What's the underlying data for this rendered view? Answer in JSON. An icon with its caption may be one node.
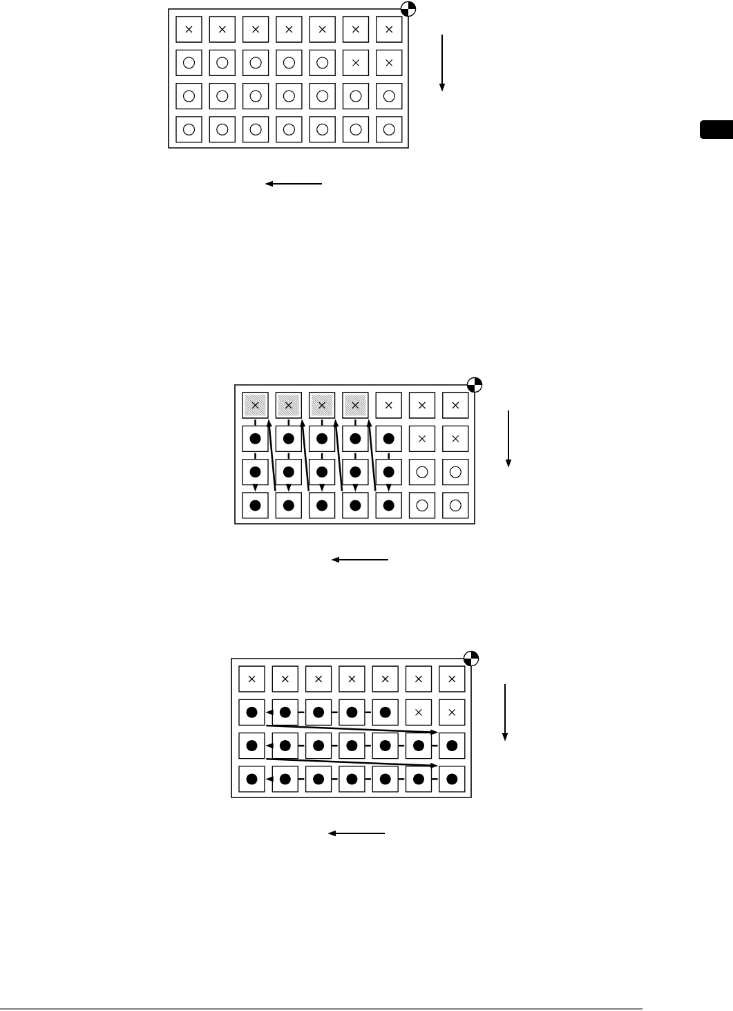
{
  "diagram": {
    "nodes": [
      {
        "text": [],
        "shape": "box"
      },
      {
        "text": [],
        "shape": "box",
        "in": 0
      },
      {
        "text": [],
        "shape": "box",
        "in": 0
      },
      {
        "text": [],
        "shape": "box",
        "in": 0
      },
      {
        "text": [],
        "shape": "box",
        "in": 0
      },
      {
        "text": [],
        "shape": "box",
        "in": 0
      },
      {
        "text": [],
        "shape": "box",
        "in": 0
      },
      {
        "text": [],
        "shape": "box",
        "in": 0
      },
      {
        "text": [],
        "shape": "box",
        "in": 0
      },
      {
        "text": [],
        "shape": "box",
        "in": 0
      },
      {
        "text": [],
        "shape": "box",
        "in": 0
      },
      {
        "text": [],
        "shape": "box",
        "in": 0
      },
      {
        "text": [],
        "shape": "box",
        "in": 0
      },
      {
        "text": [],
        "shape": "box",
        "in": 0
      },
      {
        "text": [],
        "shape": "box",
        "in": 0
      },
      {
        "text": [],
        "shape": "box",
        "in": 0
      },
      {
        "text": [],
        "shape": "box",
        "in": 0
      },
      {
        "text": [],
        "shape": "box",
        "in": 0
      },
      {
        "text": [],
        "shape": "box",
        "in": 0
      },
      {
        "text": [],
        "shape": "box",
        "in": 0
      },
      {
        "text": [],
        "shape": "box",
        "in": 0
      },
      {
        "text": [],
        "shape": "box",
        "in": 0
      },
      {
        "text": [],
        "shape": "box",
        "in": 0
      },
      {
        "text": [],
        "shape": "box",
        "in": 0
      },
      {
        "text": [],
        "shape": "box",
        "in": 0
      },
      {
        "text": [],
        "shape": "box",
        "in": 0
      },
      {
        "text": [],
        "shape": "box",
        "in": 0
      },
      {
        "text": [],
        "shape": "box",
        "in": 0
      },
      {
        "text": [],
        "shape": "box",
        "in": 0
      },
      {
        "text": [],
        "shape": "box"
      },
      {
        "text": [],
        "shape": "box",
        "in": 29
      },
      {
        "text": [],
        "shape": "box",
        "in": 29
      },
      {
        "text": [],
        "shape": "box",
        "in": 29
      },
      {
        "text": [],
        "shape": "box",
        "in": 29
      },
      {
        "text": [],
        "shape": "box",
        "in": 29
      },
      {
        "text": [],
        "shape": "box",
        "in": 29
      },
      {
        "text": [],
        "shape": "box",
        "in": 29
      },
      {
        "text": [],
        "shape": "box",
        "in": 29
      },
      {
        "text": [],
        "shape": "box",
        "in": 29
      },
      {
        "text": [],
        "shape": "box",
        "in": 29
      },
      {
        "text": [],
        "shape": "box",
        "in": 29
      },
      {
        "text": [],
        "shape": "box",
        "in": 29
      },
      {
        "text": [],
        "shape": "box",
        "in": 29
      },
      {
        "text": [],
        "shape": "box",
        "in": 29
      },
      {
        "text": [],
        "shape": "box",
        "in": 29
      },
      {
        "text": [],
        "shape": "box",
        "in": 29
      },
      {
        "text": [],
        "shape": "box",
        "in": 29
      },
      {
        "text": [],
        "shape": "box",
        "in": 29
      },
      {
        "text": [],
        "shape": "box",
        "in": 29
      },
      {
        "text": [],
        "shape": "box",
        "in": 29
      },
      {
        "text": [],
        "shape": "box",
        "in": 29
      },
      {
        "text": [],
        "shape": "box",
        "in": 29
      },
      {
        "text": [],
        "shape": "box",
        "in": 29
      },
      {
        "text": [],
        "shape": "box",
        "in": 29
      },
      {
        "text": [],
        "shape": "box",
        "in": 29
      },
      {
        "text": [],
        "shape": "box",
        "in": 29
      },
      {
        "text": [],
        "shape": "box",
        "in": 29
      },
      {
        "text": [],
        "shape": "box",
        "in": 29
      },
      {
        "text": [],
        "shape": "box"
      },
      {
        "text": [],
        "shape": "box",
        "in": 58
      },
      {
        "text": [],
        "shape": "box",
        "in": 58
      },
      {
        "text": [],
        "shape": "box",
        "in": 58
      },
      {
        "text": [],
        "shape": "box",
        "in": 58
      },
      {
        "text": [],
        "shape": "box",
        "in": 58
      },
      {
        "text": [],
        "shape": "box",
        "in": 58
      },
      {
        "text": [],
        "shape": "box",
        "in": 58
      },
      {
        "text": [],
        "shape": "box",
        "in": 58
      },
      {
        "text": [],
        "shape": "box",
        "in": 58
      },
      {
        "text": [],
        "shape": "box",
        "in": 58
      },
      {
        "text": [],
        "shape": "box",
        "in": 58
      },
      {
        "text": [],
        "shape": "box",
        "in": 58
      },
      {
        "text": [],
        "shape": "box",
        "in": 58
      },
      {
        "text": [],
        "shape": "box",
        "in": 58
      },
      {
        "text": [],
        "shape": "box",
        "in": 58
      },
      {
        "text": [],
        "shape": "box",
        "in": 58
      },
      {
        "text": [],
        "shape": "box",
        "in": 58
      },
      {
        "text": [],
        "shape": "box",
        "in": 58
      },
      {
        "text": [],
        "shape": "box",
        "in": 58
      },
      {
        "text": [],
        "shape": "box",
        "in": 58
      },
      {
        "text": [],
        "shape": "box",
        "in": 58
      },
      {
        "text": [],
        "shape": "box",
        "in": 58
      },
      {
        "text": [],
        "shape": "box",
        "in": 58
      },
      {
        "text": [],
        "shape": "box",
        "in": 58
      },
      {
        "text": [],
        "shape": "box",
        "in": 58
      },
      {
        "text": [],
        "shape": "box",
        "in": 58
      },
      {
        "text": [],
        "shape": "box",
        "in": 58
      },
      {
        "text": [],
        "shape": "box",
        "in": 58
      }
    ],
    "edges": [
      {
        "from": 30,
        "to": 37,
        "arrow": "none"
      },
      {
        "from": 37,
        "to": 44,
        "arrow": "none"
      },
      {
        "from": 44,
        "to": 51,
        "arrow": "to"
      },
      {
        "from": 52,
        "to": 30,
        "arrow": "to"
      },
      {
        "from": 31,
        "to": 38,
        "arrow": "none"
      },
      {
        "from": 38,
        "to": 45,
        "arrow": "none"
      },
      {
        "from": 45,
        "to": 52,
        "arrow": "to"
      },
      {
        "from": 53,
        "to": 31,
        "arrow": "to"
      },
      {
        "from": 32,
        "to": 39,
        "arrow": "none"
      },
      {
        "from": 39,
        "to": 46,
        "arrow": "none"
      },
      {
        "from": 46,
        "to": 53,
        "arrow": "to"
      },
      {
        "from": 54,
        "to": 32,
        "arrow": "to"
      },
      {
        "from": 33,
        "to": 40,
        "arrow": "none"
      },
      {
        "from": 40,
        "to": 47,
        "arrow": "none"
      },
      {
        "from": 47,
        "to": 54,
        "arrow": "to"
      },
      {
        "from": 55,
        "to": 33,
        "arrow": "to"
      },
      {
        "from": 41,
        "to": 48,
        "arrow": "none"
      },
      {
        "from": 48,
        "to": 55,
        "arrow": "to"
      },
      {
        "from": 70,
        "to": 69,
        "arrow": "none"
      },
      {
        "from": 69,
        "to": 68,
        "arrow": "none"
      },
      {
        "from": 68,
        "to": 67,
        "arrow": "none"
      },
      {
        "from": 67,
        "to": 66,
        "arrow": "to"
      },
      {
        "from": 66,
        "to": 79,
        "arrow": "to"
      },
      {
        "from": 79,
        "to": 78,
        "arrow": "none"
      },
      {
        "from": 78,
        "to": 77,
        "arrow": "none"
      },
      {
        "from": 77,
        "to": 76,
        "arrow": "none"
      },
      {
        "from": 76,
        "to": 75,
        "arrow": "none"
      },
      {
        "from": 75,
        "to": 74,
        "arrow": "none"
      },
      {
        "from": 74,
        "to": 73,
        "arrow": "to"
      },
      {
        "from": 73,
        "to": 86,
        "arrow": "to"
      },
      {
        "from": 86,
        "to": 85,
        "arrow": "none"
      },
      {
        "from": 85,
        "to": 84,
        "arrow": "none"
      },
      {
        "from": 84,
        "to": 83,
        "arrow": "none"
      },
      {
        "from": 83,
        "to": 82,
        "arrow": "none"
      },
      {
        "from": 82,
        "to": 81,
        "arrow": "none"
      },
      {
        "from": 81,
        "to": 80,
        "arrow": "to"
      }
    ]
  }
}
